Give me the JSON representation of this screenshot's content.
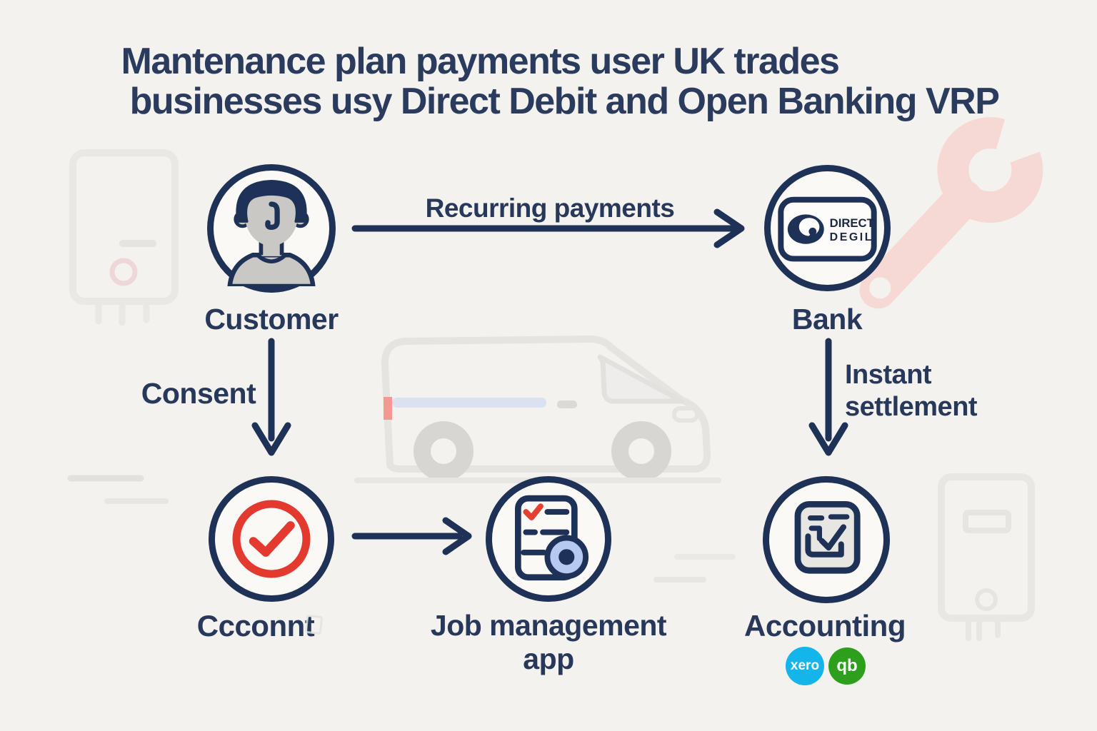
{
  "title": {
    "line1": "Mantenance plan payments user UK trades",
    "line2": "businesses usy Direct Debit and Open Banking VRP"
  },
  "nodes": {
    "customer": {
      "label": "Customer"
    },
    "bank": {
      "label": "Bank",
      "card_line1": "DIRECT",
      "card_line2": "DEGIL"
    },
    "consent_check": {
      "label": "Ccconnt"
    },
    "job_app": {
      "line1": "Job management",
      "line2": "app"
    },
    "accounting": {
      "label": "Accounting",
      "xero_label": "xero",
      "qb_label": "qb"
    }
  },
  "edges": {
    "recurring": {
      "label": "Recurring payments"
    },
    "consent": {
      "label": "Consent"
    },
    "settlement": {
      "line1": "Instant",
      "line2": "settlement"
    }
  },
  "icons": {
    "customer": "person-icon",
    "bank": "direct-debit-card-icon",
    "consent_check": "checkmark-circle-icon",
    "job_app": "document-checklist-icon",
    "accounting": "ledger-check-icon",
    "decorations": [
      "boiler-icon-left",
      "van-icon",
      "wrench-icon",
      "boiler-icon-right",
      "speed-lines"
    ]
  },
  "colors": {
    "background": "#f4f2ee",
    "navy": "#1e3156",
    "text_navy": "#27385b",
    "red": "#e4392e",
    "light_blue": "#b5caf0",
    "wrench_pink": "#f6d8d4",
    "xero_blue": "#14b5ea",
    "quickbooks_green": "#2e9e1d"
  }
}
